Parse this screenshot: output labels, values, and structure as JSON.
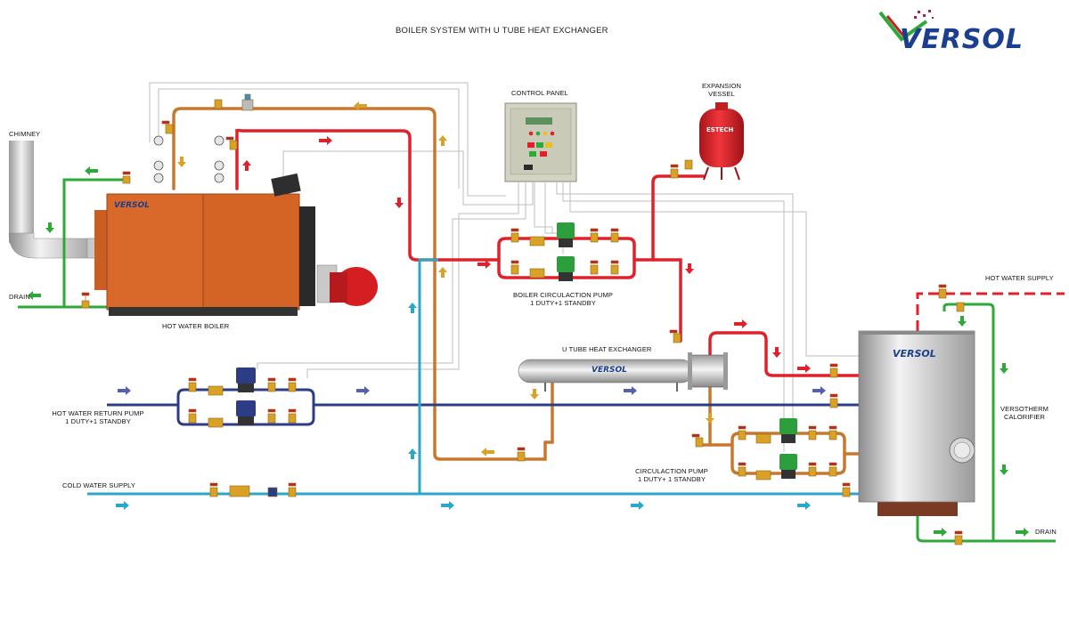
{
  "title": "BOILER SYSTEM WITH U TUBE HEAT EXCHANGER",
  "brand": {
    "logo_text": "VERSOL",
    "boiler_badge": "VERSOL",
    "exchanger_badge": "VERSOL",
    "calorifier_badge": "VERSOL",
    "accent": "#1b3f8f",
    "accent_green": "#2c9a3a"
  },
  "labels": {
    "chimney": "CHIMNEY",
    "drain_left": "DRAIN",
    "hot_water_boiler": "HOT WATER BOILER",
    "control_panel": "CONTROL PANEL",
    "expansion_vessel_line1": "EXPANSION",
    "expansion_vessel_line2": "VESSEL",
    "expansion_brand": "ESTECH",
    "boiler_pump_line1": "BOILER CIRCULACTION PUMP",
    "boiler_pump_line2": "1 DUTY+1 STANDBY",
    "u_tube": "U TUBE HEAT EXCHANGER",
    "hw_return_line1": "HOT WATER RETURN PUMP",
    "hw_return_line2": "1 DUTY+1 STANDBY",
    "cold_water_supply": "COLD WATER SUPPLY",
    "circ_pump_line1": "CIRCULACTION PUMP",
    "circ_pump_line2": "1 DUTY+ 1 STANDBY",
    "hot_water_supply": "HOT WATER SUPPLY",
    "calorifier_line1": "VERSOTHERM",
    "calorifier_line2": "CALORIFIER",
    "drain_right": "DRAIN"
  },
  "colors": {
    "hot": "#e0202a",
    "return_orange": "#c8782e",
    "cold": "#2aa7c9",
    "return_blue": "#2c3d86",
    "drain_green": "#2fa83a",
    "control_wire": "#b9b9b9",
    "boiler_body": "#d9692a",
    "pump_green": "#2d9e3c"
  }
}
